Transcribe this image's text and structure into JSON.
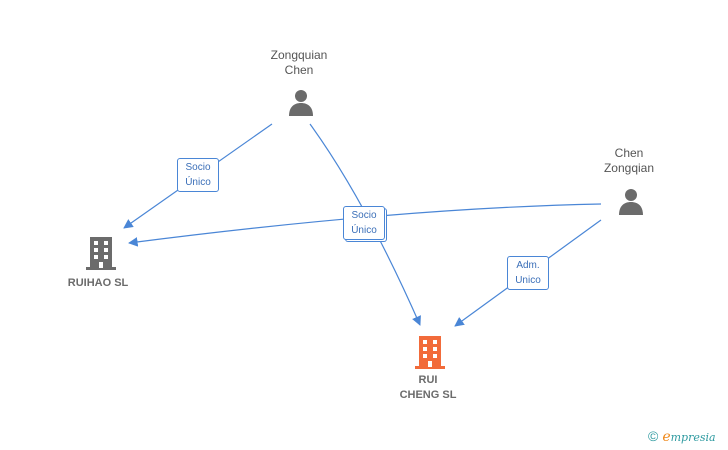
{
  "nodes": {
    "zongquian_chen": {
      "label": "Zongquian\nChen",
      "type": "person"
    },
    "chen_zongqian": {
      "label": "Chen\nZongqian",
      "type": "person"
    },
    "ruihao_sl": {
      "label": "RUIHAO SL",
      "type": "company"
    },
    "rui_cheng_sl": {
      "label": "RUI\nCHENG  SL",
      "type": "company",
      "highlighted": true
    }
  },
  "edges": [
    {
      "from": "zongquian_chen",
      "to": "ruihao_sl",
      "label": "Socio\nÚnico"
    },
    {
      "from": "zongquian_chen",
      "to": "rui_cheng_sl",
      "label": "Socio\nÚnico"
    },
    {
      "from": "chen_zongqian",
      "to": "ruihao_sl",
      "label": "Socio\nÚnico"
    },
    {
      "from": "chen_zongqian",
      "to": "rui_cheng_sl",
      "label": "Adm.\nUnico"
    }
  ],
  "colors": {
    "edge": "#4a86d6",
    "person_icon": "#6b6b6b",
    "company_icon": "#6b6b6b",
    "highlight_company_icon": "#f26b3a"
  },
  "brand": {
    "copyright": "©",
    "initial": "e",
    "name": "mpresia"
  }
}
